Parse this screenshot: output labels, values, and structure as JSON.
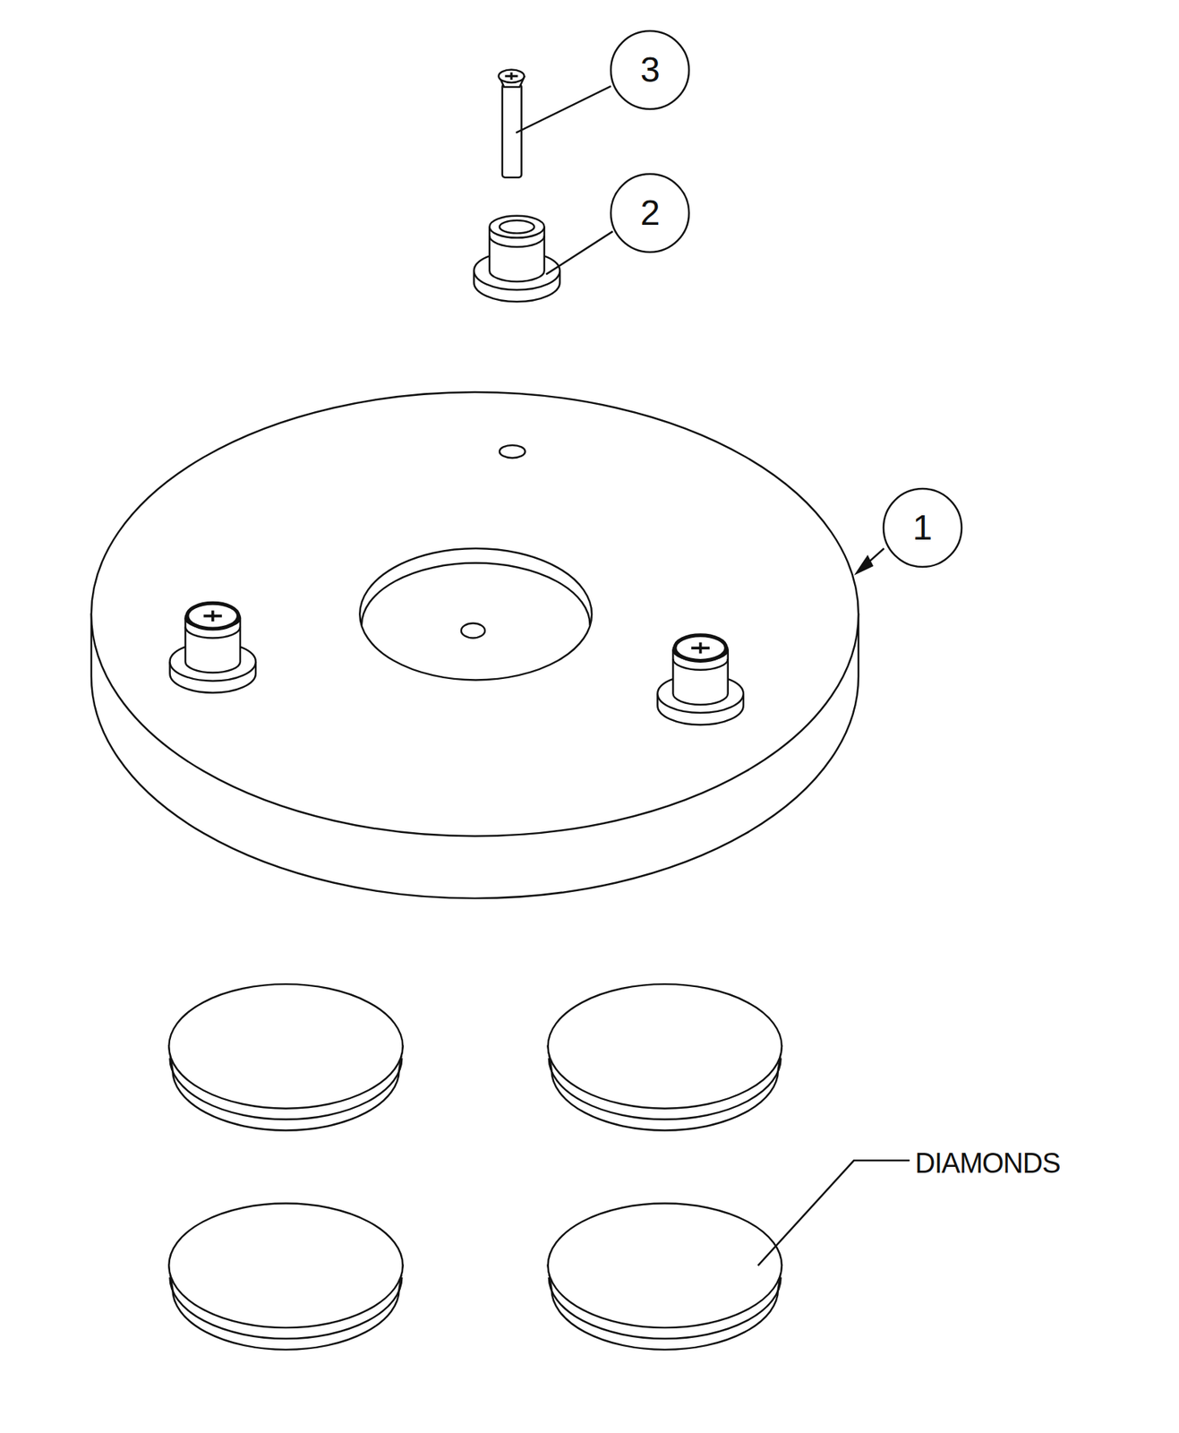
{
  "diagram": {
    "nodes": [
      {
        "text": [
          "3"
        ]
      },
      {
        "text": [
          "2"
        ]
      },
      {
        "text": [
          "1"
        ]
      }
    ],
    "edges": [],
    "labels": [
      "DIAMONDS"
    ]
  }
}
